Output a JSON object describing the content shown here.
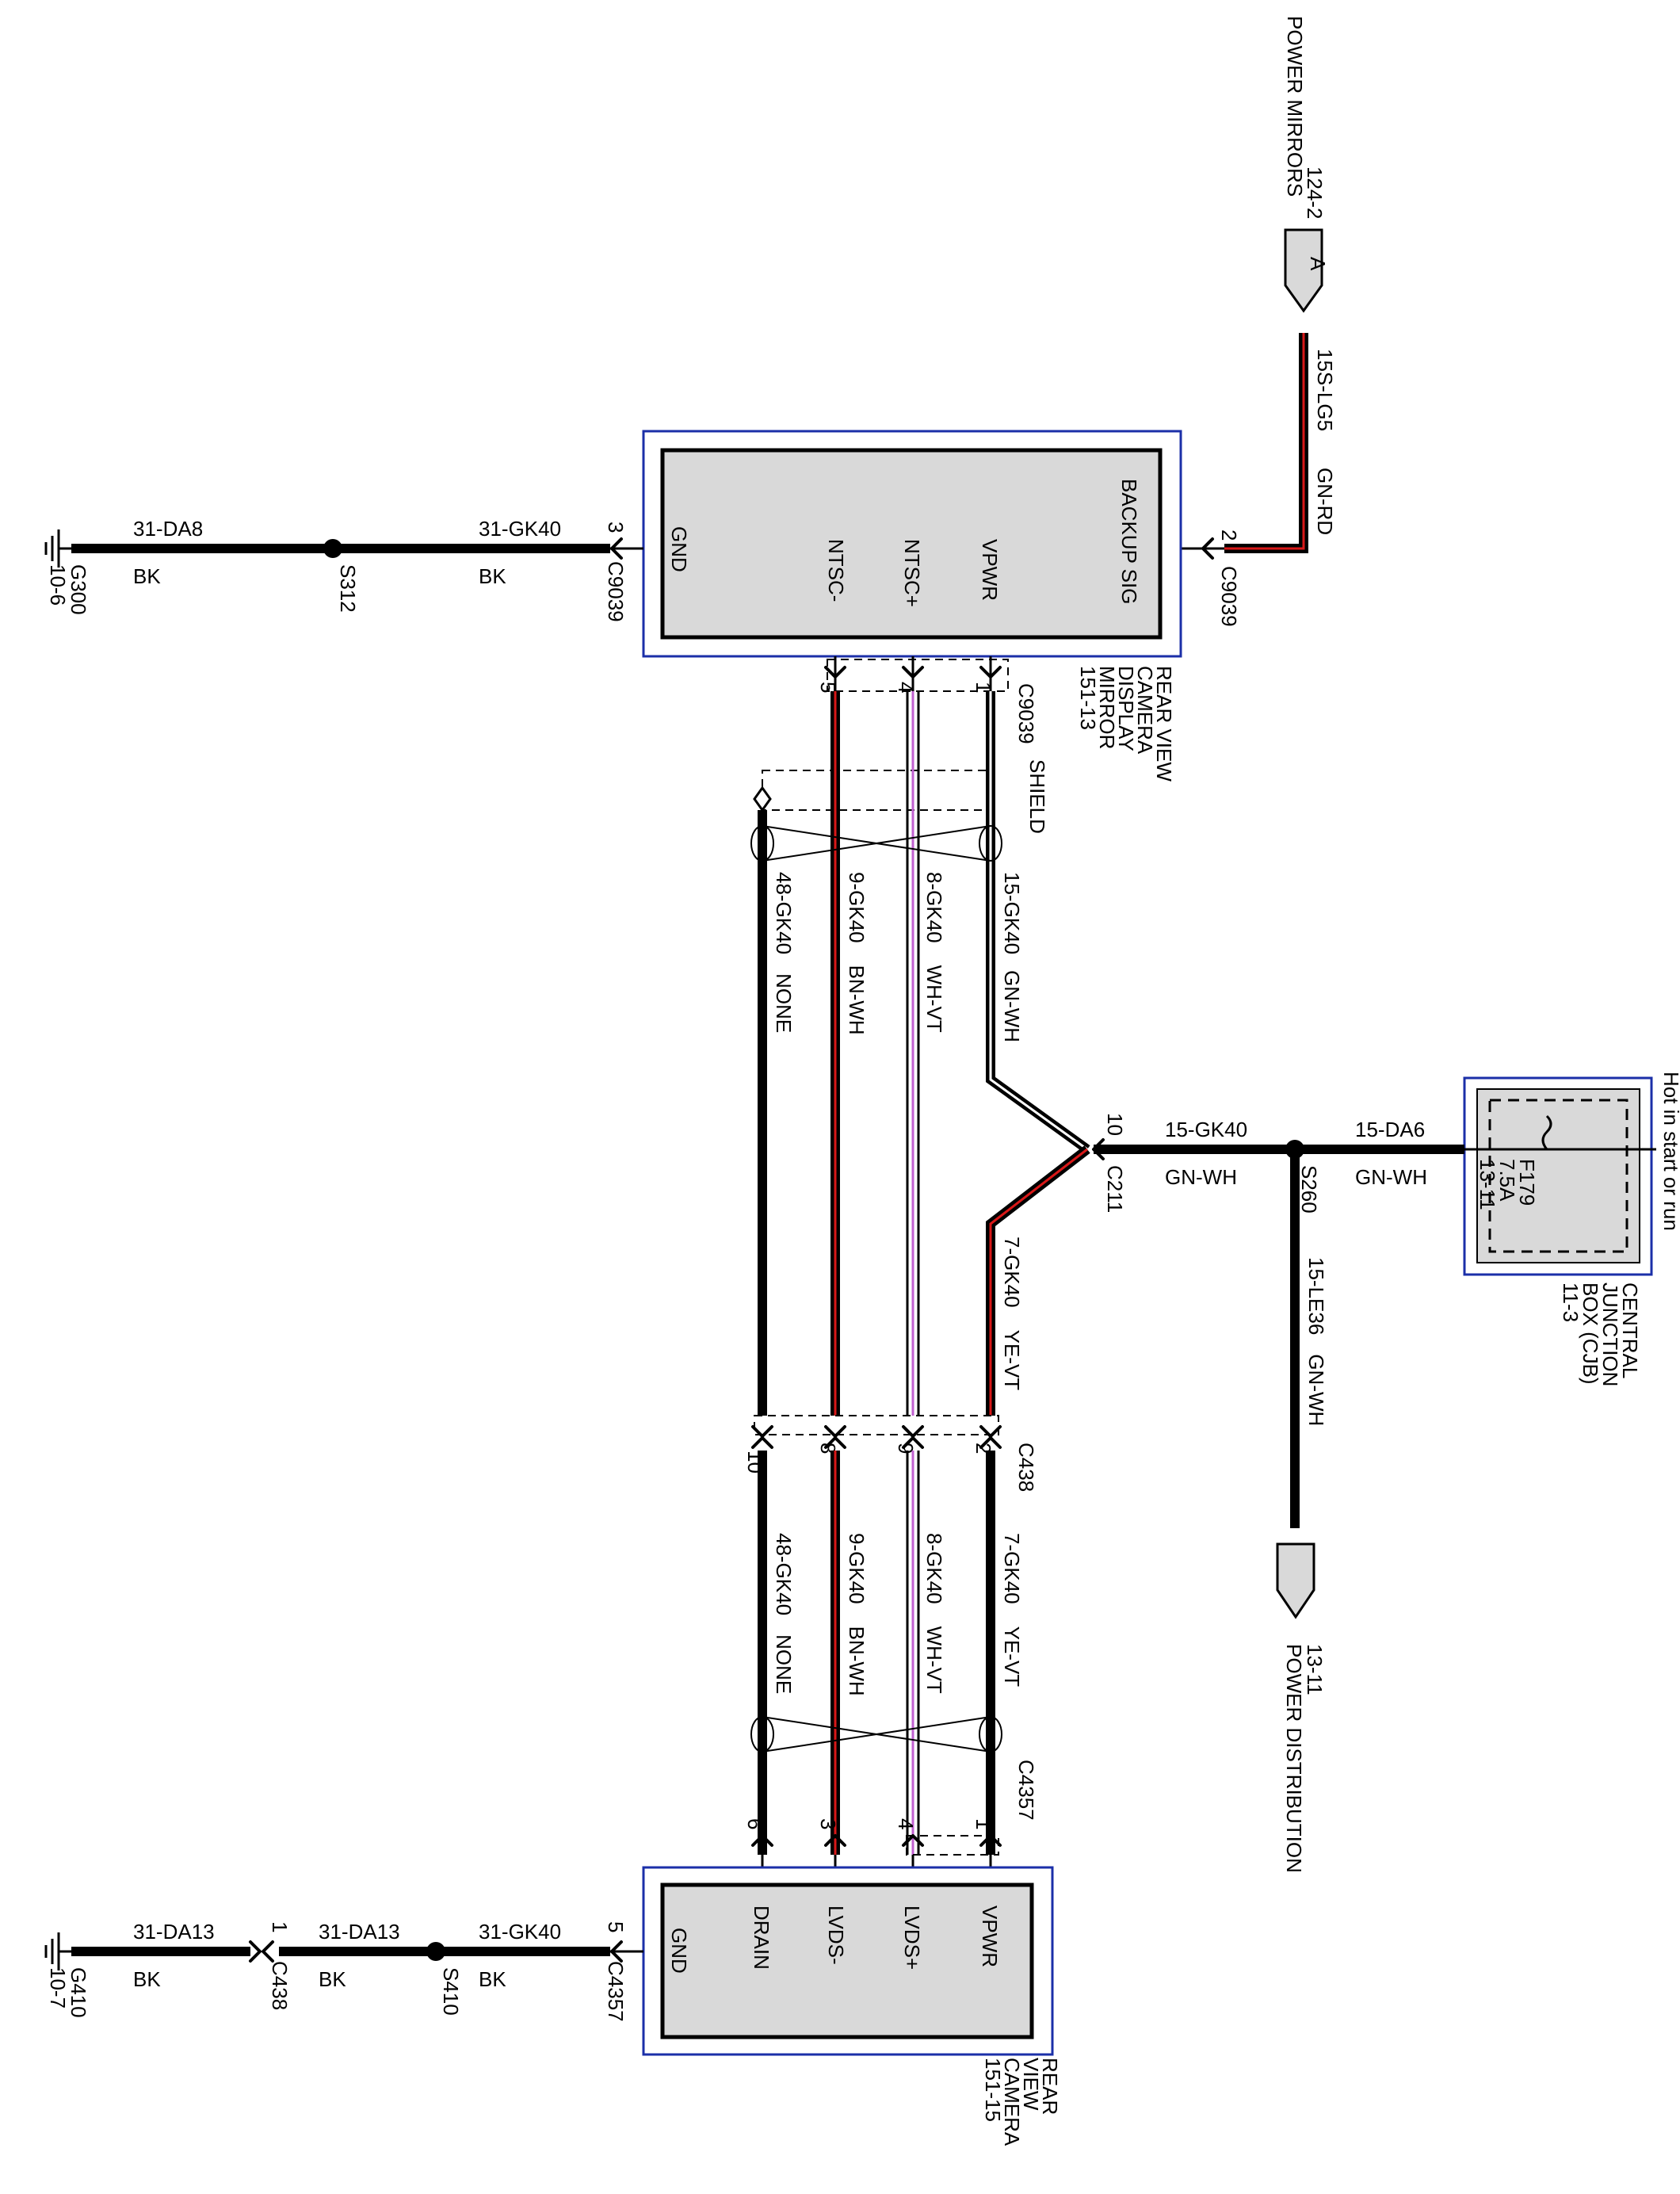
{
  "labels": {
    "hot_in": "Hot in start or run",
    "cjb": {
      "title": [
        "CENTRAL",
        "JUNCTION",
        "BOX (CJB)",
        "11-3"
      ],
      "fuse": [
        "F179",
        "7.5A",
        "13-11"
      ]
    },
    "power_mirrors": {
      "ref": "124-2",
      "name": "POWER MIRRORS",
      "conn": "A"
    },
    "power_dist": {
      "ref": "13-11",
      "name": "POWER DISTRIBUTION"
    },
    "mirror_module": {
      "title": [
        "REAR VIEW",
        "CAMERA",
        "DISPLAY",
        "MIRROR",
        "151-13"
      ],
      "pins": {
        "backup_sig": "BACKUP SIG",
        "vpwr": "VPWR",
        "ntsc_pos": "NTSC+",
        "ntsc_neg": "NTSC-",
        "gnd": "GND"
      }
    },
    "camera_module": {
      "title": [
        "REAR",
        "VIEW",
        "CAMERA",
        "151-15"
      ],
      "pins": {
        "vpwr": "VPWR",
        "lvds_pos": "LVDS+",
        "lvds_neg": "LVDS-",
        "drain": "DRAIN",
        "gnd": "GND"
      }
    },
    "shield": "SHIELD",
    "connectors": {
      "c9039": "C9039",
      "c211": "C211",
      "c438": "C438",
      "c4357": "C4357"
    },
    "splices": {
      "s260": "S260",
      "s312": "S312",
      "s410": "S410"
    },
    "grounds": {
      "g300": [
        "G300",
        "10-6"
      ],
      "g410": [
        "G410",
        "10-7"
      ]
    },
    "pin_numbers": {
      "c9039_2": "2",
      "c9039_3": "3",
      "c9039_1": "1",
      "c9039_4": "4",
      "c9039_5": "5",
      "c211_10": "10",
      "c438_2": "2",
      "c438_9": "9",
      "c438_8": "8",
      "c438_10": "10",
      "c438_1": "1",
      "c4357_1": "1",
      "c4357_4": "4",
      "c4357_3": "3",
      "c4357_6": "6",
      "c4357_5": "5"
    },
    "wires": {
      "w15s_lg5": {
        "circuit": "15S-LG5",
        "color": "GN-RD"
      },
      "w31_gk40_top": {
        "circuit": "31-GK40",
        "color": "BK"
      },
      "w31_da8": {
        "circuit": "31-DA8",
        "color": "BK"
      },
      "w15_da6": {
        "circuit": "15-DA6",
        "color": "GN-WH"
      },
      "w15_gk40_h": {
        "circuit": "15-GK40",
        "color": "GN-WH"
      },
      "w15_le36": {
        "circuit": "15-LE36",
        "color": "GN-WH"
      },
      "w15_gk40": {
        "circuit": "15-GK40",
        "color": "GN-WH"
      },
      "w8_gk40": {
        "circuit": "8-GK40",
        "color": "WH-VT"
      },
      "w9_gk40": {
        "circuit": "9-GK40",
        "color": "BN-WH"
      },
      "w48_gk40": {
        "circuit": "48-GK40",
        "color": "NONE"
      },
      "w7_gk40": {
        "circuit": "7-GK40",
        "color": "YE-VT"
      },
      "w7_gk40_b": {
        "circuit": "7-GK40",
        "color": "YE-VT"
      },
      "w8_gk40_b": {
        "circuit": "8-GK40",
        "color": "WH-VT"
      },
      "w9_gk40_b": {
        "circuit": "9-GK40",
        "color": "BN-WH"
      },
      "w48_gk40_b": {
        "circuit": "48-GK40",
        "color": "NONE"
      },
      "w31_gk40_bot": {
        "circuit": "31-GK40",
        "color": "BK"
      },
      "w31_da13_a": {
        "circuit": "31-DA13",
        "color": "BK"
      },
      "w31_da13_b": {
        "circuit": "31-DA13",
        "color": "BK"
      }
    }
  },
  "colors": {
    "frame_blue": "#1b2fa8",
    "module_fill": "#d9d9d9",
    "stripe_red": "#d81818",
    "stripe_brown": "#7a1a1a",
    "stripe_violet": "#c060d0",
    "stripe_white": "#ffffff",
    "stripe_yellow": "#f0c000"
  }
}
